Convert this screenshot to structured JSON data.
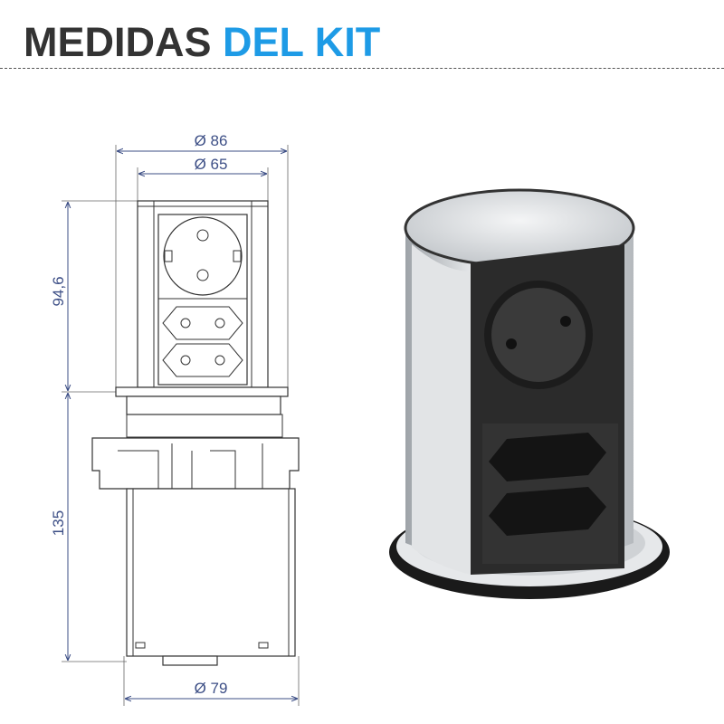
{
  "header": {
    "title_dark": "MEDIDAS",
    "title_blue": "DEL KIT"
  },
  "dimensions": {
    "outer_diameter": "Ø 86",
    "inner_diameter": "Ø 65",
    "top_height": "94,6",
    "body_height": "135",
    "bottom_diameter": "Ø 79"
  },
  "colors": {
    "accent": "#1e9be6",
    "title": "#333333",
    "dimension": "#3d4f86"
  }
}
